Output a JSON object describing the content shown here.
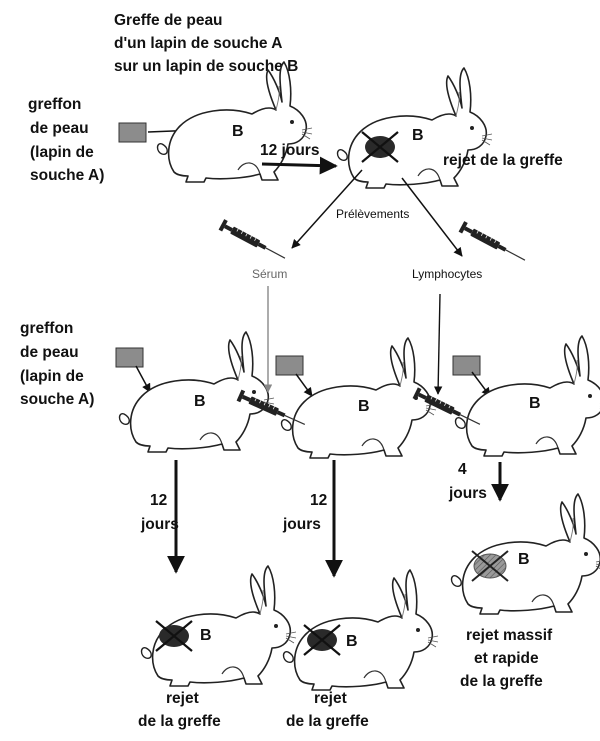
{
  "title_lines": [
    "Greffe de peau",
    "d'un lapin de souche A",
    "sur un lapin de souche B"
  ],
  "graft_label_lines": [
    "greffon",
    "de peau",
    "(lapin de",
    "souche A)"
  ],
  "strain_letter": "B",
  "duration_12": "12 jours",
  "duration_12_lines": [
    "12",
    "jours"
  ],
  "duration_4_lines": [
    "4",
    "jours"
  ],
  "rejection_label": "rejet de la greffe",
  "rejection_short_lines": [
    "rejet",
    "de la greffe"
  ],
  "massive_rejection_lines": [
    "rejet massif",
    "et rapide",
    "de la greffe"
  ],
  "sampling_label": "Prélèvements",
  "serum_label": "Sérum",
  "lymphocytes_label": "Lymphocytes",
  "colors": {
    "graft": "#8c8c8c",
    "rejected_graft": "#2a2a2a",
    "serum_arrow": "#888888"
  },
  "icons": [
    "rabbit-icon",
    "skin-graft-icon",
    "syringe-icon",
    "rejected-graft-icon"
  ]
}
